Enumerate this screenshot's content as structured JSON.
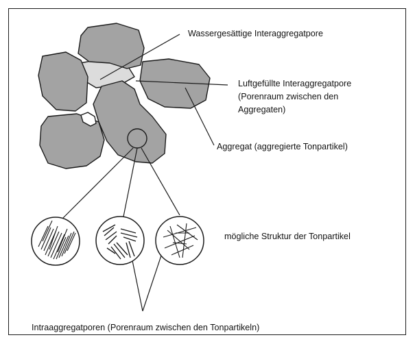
{
  "labels": {
    "water_filled_pore": "Wassergesättige Interaggregatpore",
    "air_filled_pore_line1": "Luftgefüllte Interaggregatpore",
    "air_filled_pore_line2": "(Porenraum zwischen den",
    "air_filled_pore_line3": "Aggregaten)",
    "aggregate": "Aggregat (aggregierte Tonpartikel)",
    "clay_structure": "mögliche Struktur der Tonpartikel",
    "intra_pores": "Intraaggregatporen (Porenraum zwischen den Tonpartikeln)"
  },
  "colors": {
    "aggregate_fill": "#a3a3a3",
    "water_pore_fill": "#dcdcdc",
    "outline": "#1a1a1a",
    "background": "#ffffff"
  },
  "structures": [
    "parallel",
    "random-clustered",
    "open-network"
  ]
}
